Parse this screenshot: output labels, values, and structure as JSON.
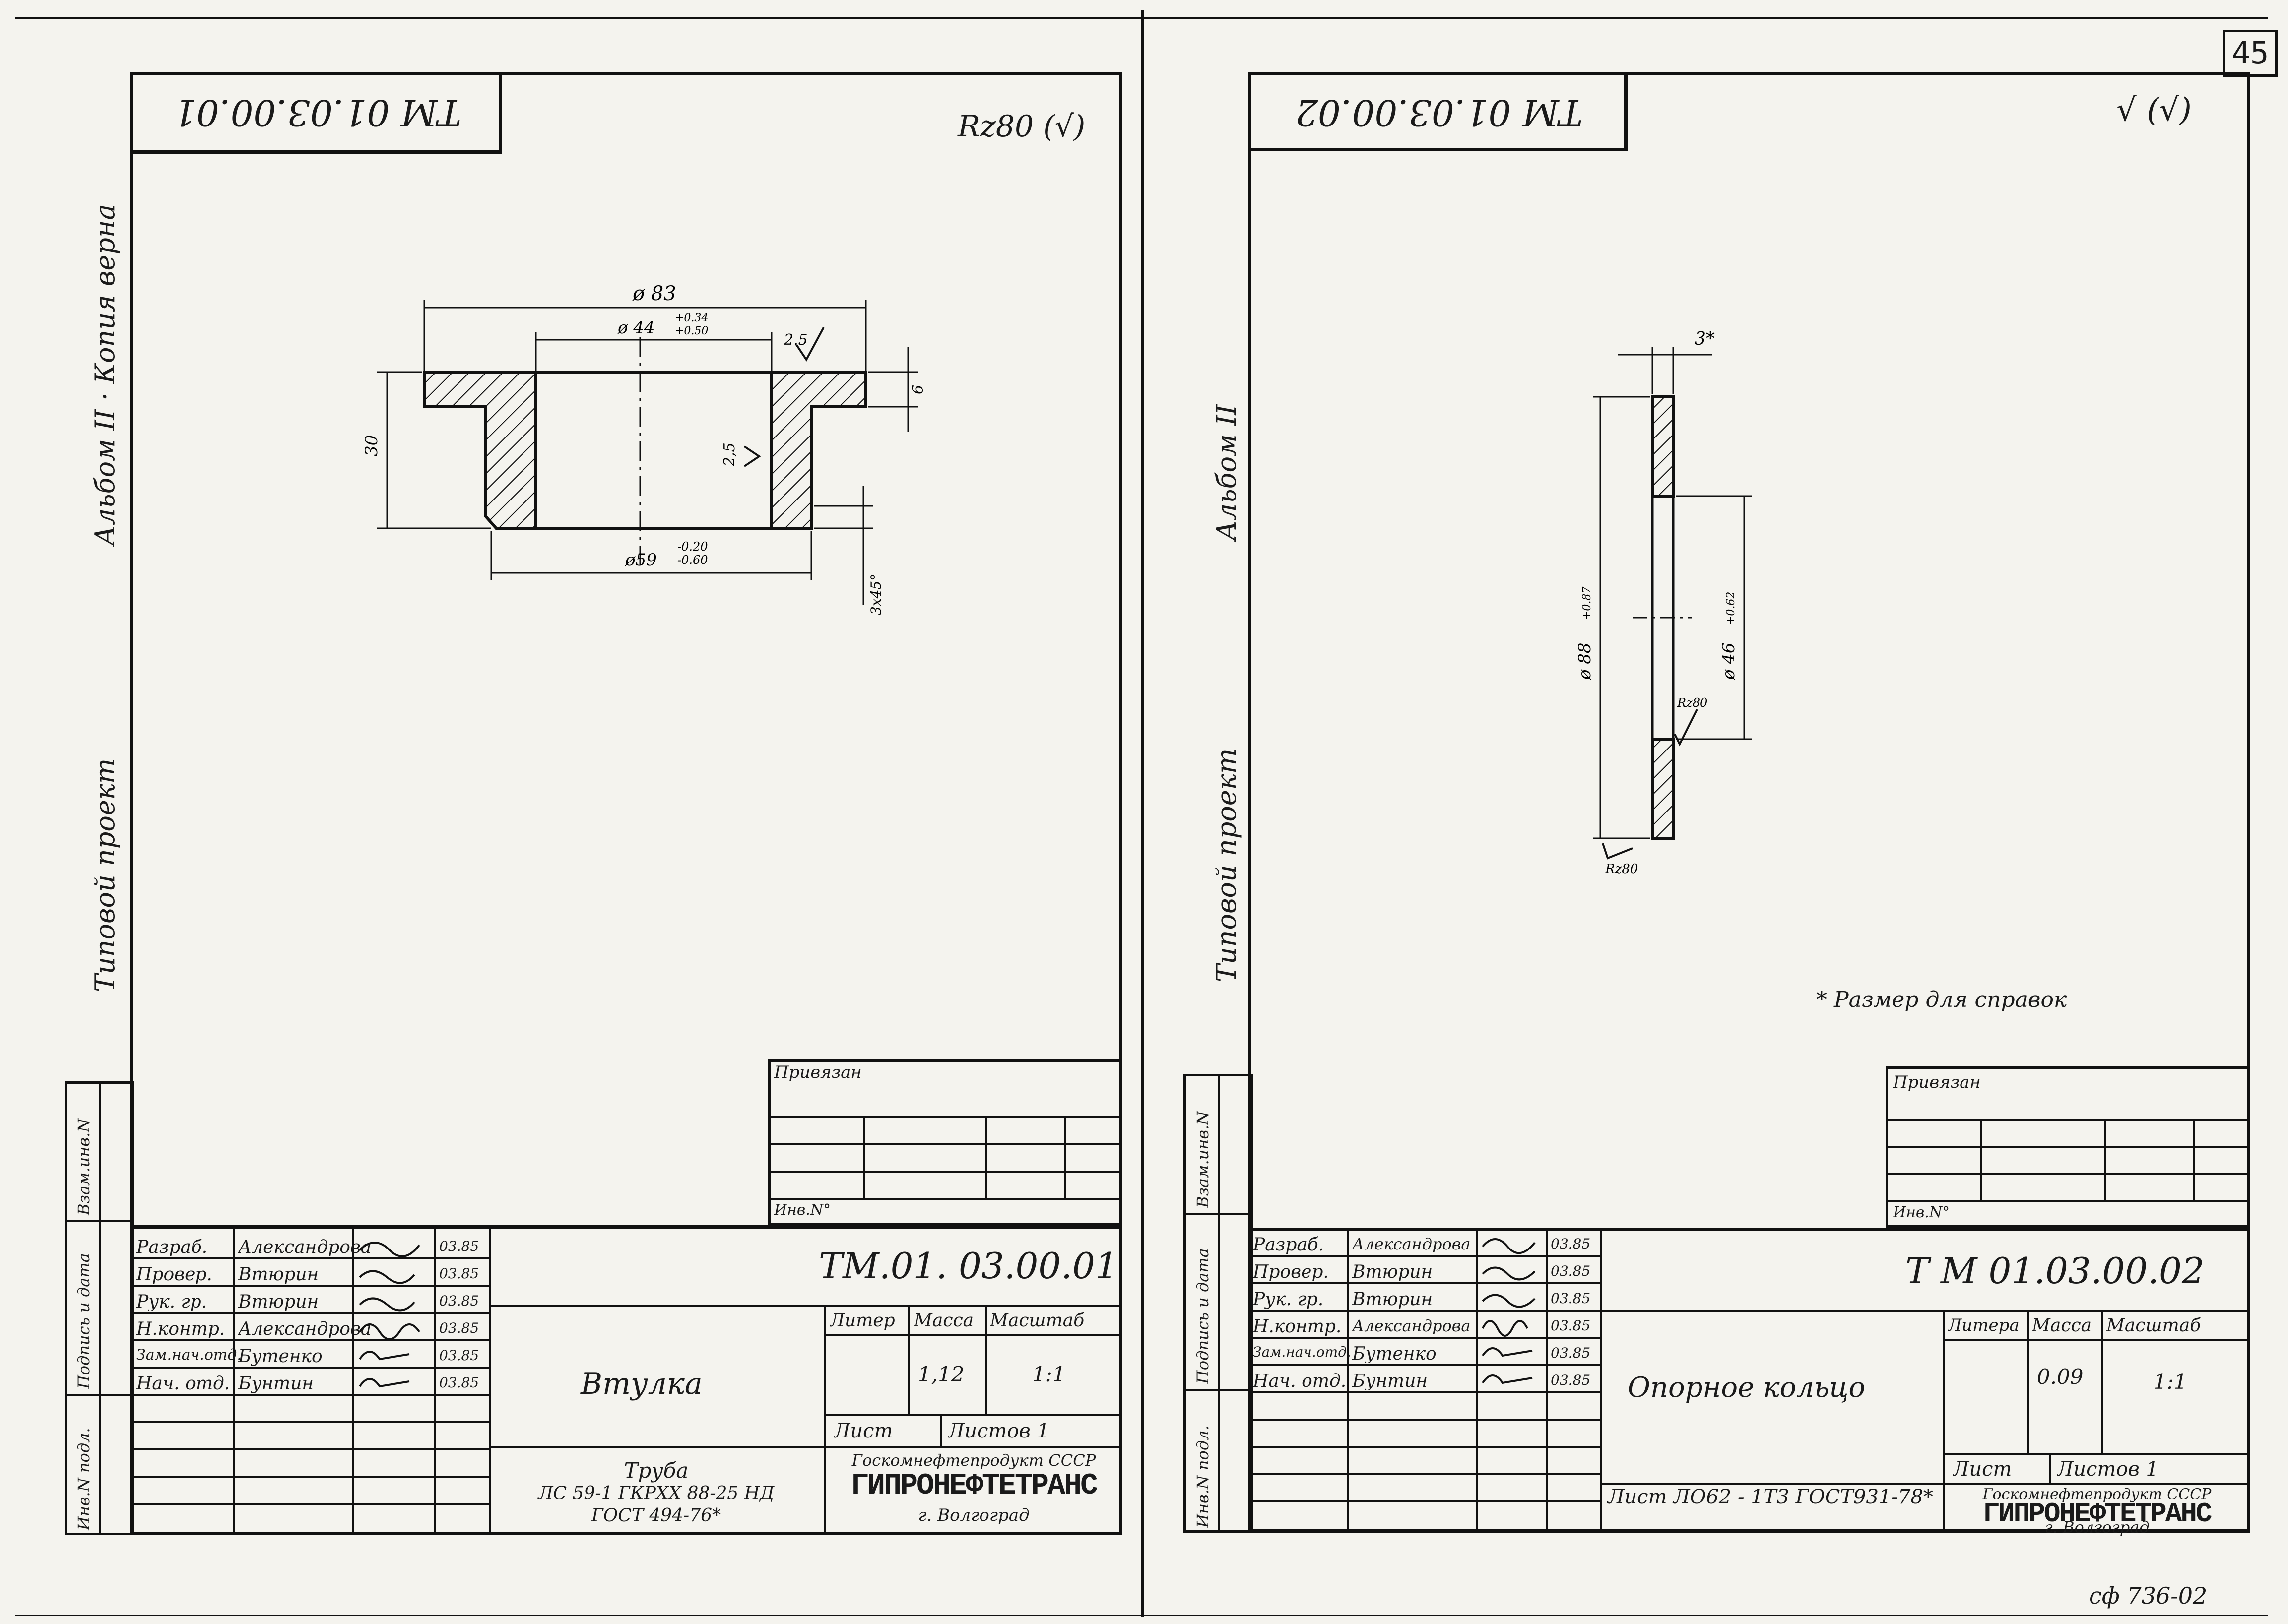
{
  "page_number": "45",
  "sheet_code": "сф 736-02",
  "margin_left": {
    "archive_note": "Альбом II · Копия верна",
    "project_note": "Типовой проект",
    "side_labels": [
      "Инв.N подл.",
      "Подпись и дата",
      "Взам.инв.N"
    ]
  },
  "margin_right": {
    "archive_note": "Альбом II",
    "project_note": "Типовой проект",
    "side_labels": [
      "Инв.N подл.",
      "Подпись и дата",
      "Взам.инв.N"
    ]
  },
  "left_sheet": {
    "top_code": "ТМ 01.03.00.01",
    "roughness_note": "Rz80 (√)",
    "dims": {
      "d_outer": "ø 83",
      "d_inner": "ø 44",
      "d_inner_tol_up": "+0.34",
      "d_inner_tol_low": "+0.50",
      "d_bottom": "ø59",
      "d_bottom_tol_up": "-0.20",
      "d_bottom_tol_low": "-0.60",
      "height": "30",
      "flange": "6",
      "wall": "2,5",
      "chamfer_roughness": "2.5",
      "chamfer": "3x45°"
    },
    "title_block": {
      "rows": [
        {
          "role": "Разраб.",
          "name": "Александрова",
          "date": "03.85"
        },
        {
          "role": "Провер.",
          "name": "Втюрин",
          "date": "03.85"
        },
        {
          "role": "Рук. гр.",
          "name": "Втюрин",
          "date": "03.85"
        },
        {
          "role": "Н.контр.",
          "name": "Александрова",
          "date": "03.85"
        },
        {
          "role": "Зам.нач.отд.",
          "name": "Бутенко",
          "date": "03.85"
        },
        {
          "role": "Нач. отд.",
          "name": "Бунтин",
          "date": "03.85"
        }
      ],
      "privyazan": "Привязан",
      "inv": "Инв.N°",
      "designation": "ТМ.01. 03.00.01",
      "part_name": "Втулка",
      "material_line1": "Труба",
      "material_line2": "ЛС 59-1 ГКРХХ 88-25 НД",
      "material_line3": "ГОСТ 494-76*",
      "col_liter": "Литер",
      "col_mass": "Масса",
      "col_scale": "Масштаб",
      "mass": "1,12",
      "scale": "1:1",
      "sheet_label": "Лист",
      "sheets_label": "Листов 1",
      "org_line1": "Госкомнефтепродукт СССР",
      "org_line2": "ГИПРОНЕФТЕТРАНС",
      "org_line3": "г. Волгоград"
    }
  },
  "right_sheet": {
    "top_code": "ТМ 01.03.00.02",
    "roughness_note": "√ (√)",
    "dims": {
      "thickness": "3*",
      "d_outer": "ø 88",
      "d_outer_tol": "+0.87",
      "d_inner": "ø 46",
      "d_inner_tol": "+0.62",
      "rz_inner": "Rz80",
      "rz_outer": "Rz80"
    },
    "footnote": "* Размер для справок",
    "title_block": {
      "rows": [
        {
          "role": "Разраб.",
          "name": "Александрова",
          "date": "03.85"
        },
        {
          "role": "Провер.",
          "name": "Втюрин",
          "date": "03.85"
        },
        {
          "role": "Рук. гр.",
          "name": "Втюрин",
          "date": "03.85"
        },
        {
          "role": "Н.контр.",
          "name": "Александрова",
          "date": "03.85"
        },
        {
          "role": "Зам.нач.отд.",
          "name": "Бутенко",
          "date": "03.85"
        },
        {
          "role": "Нач. отд.",
          "name": "Бунтин",
          "date": "03.85"
        }
      ],
      "privyazan": "Привязан",
      "inv": "Инв.N°",
      "designation": "Т М 01.03.00.02",
      "part_name": "Опорное кольцо",
      "material_line1": "Лист  ЛО62 - 1Т3 ГОСТ931-78*",
      "col_liter": "Литера",
      "col_mass": "Масса",
      "col_scale": "Масштаб",
      "mass": "0.09",
      "scale": "1:1",
      "sheet_label": "Лист",
      "sheets_label": "Листов 1",
      "org_line1": "Госкомнефтепродукт СССР",
      "org_line2": "ГИПРОНЕФТЕТРАНС",
      "org_line3": "г. Волгоград"
    }
  }
}
